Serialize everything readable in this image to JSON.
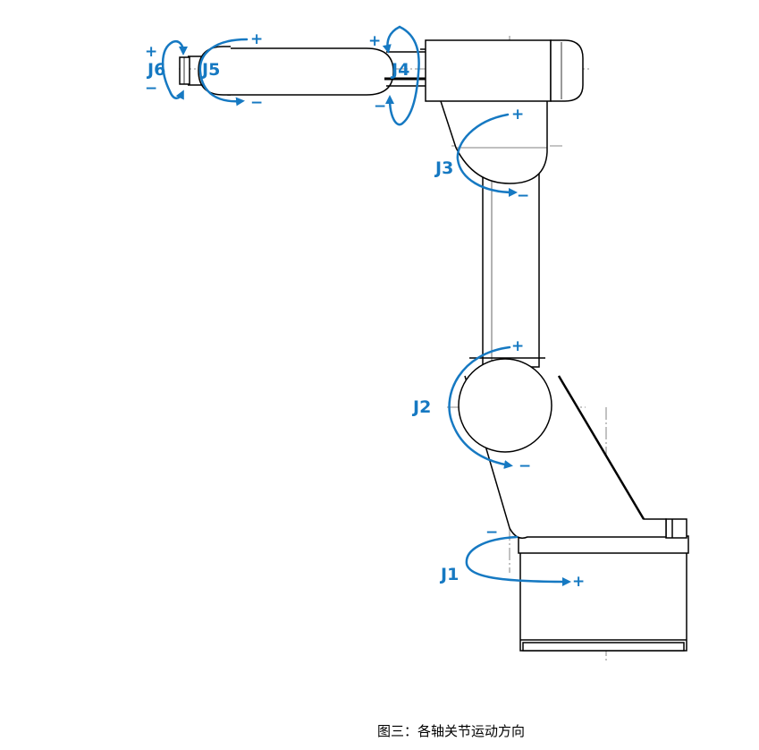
{
  "diagram": {
    "joints": [
      {
        "id": "J1",
        "label": "J1",
        "plus": "+",
        "minus": "−"
      },
      {
        "id": "J2",
        "label": "J2",
        "plus": "+",
        "minus": "−"
      },
      {
        "id": "J3",
        "label": "J3",
        "plus": "+",
        "minus": "−"
      },
      {
        "id": "J4",
        "label": "J4",
        "plus": "+",
        "minus": "−"
      },
      {
        "id": "J5",
        "label": "J5",
        "plus": "+",
        "minus": "−"
      },
      {
        "id": "J6",
        "label": "J6",
        "plus": "+",
        "minus": "−"
      }
    ],
    "colors": {
      "arrow": "#1679c2",
      "line": "#000000",
      "centerline": "#555555"
    }
  },
  "caption": "图三：各轴关节运动方向"
}
